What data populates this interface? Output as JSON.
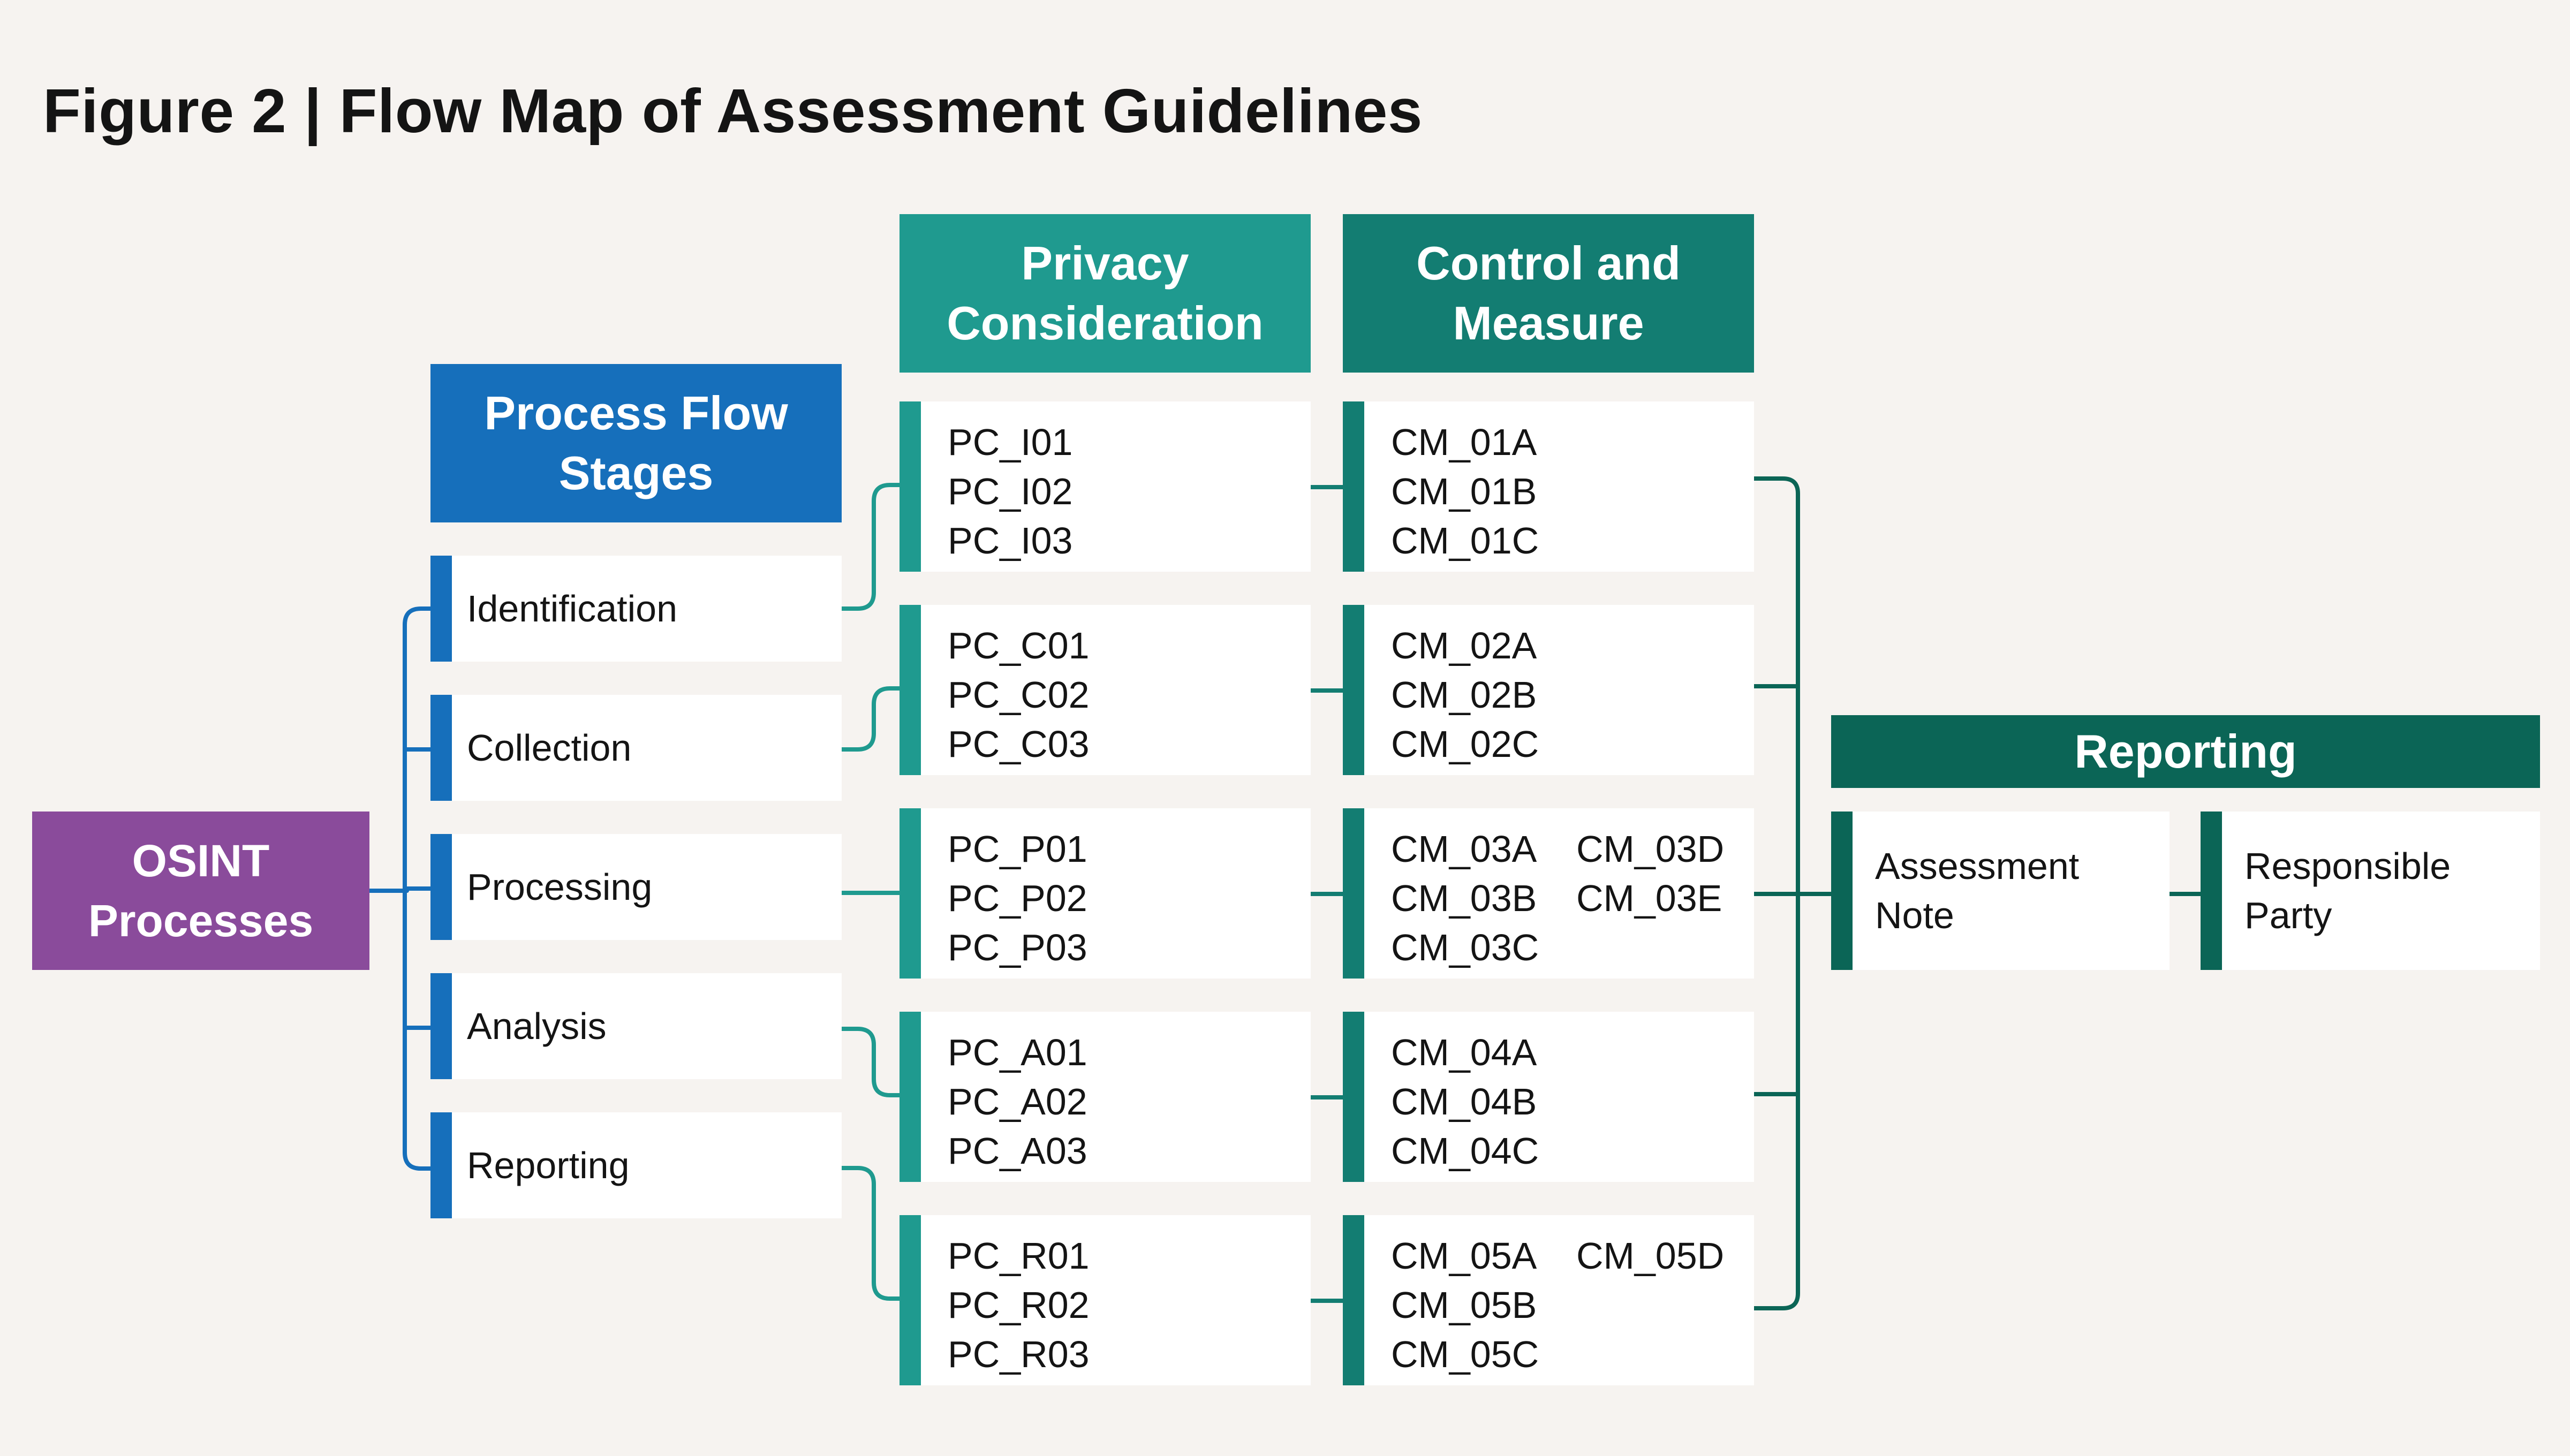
{
  "title": "Figure 2 | Flow Map of Assessment Guidelines",
  "colors": {
    "background": "#f6f3f0",
    "osint": "#8a4b9b",
    "stages": "#166fbb",
    "privacy": "#1f9a8f",
    "control": "#137d72",
    "reporting": "#0b6556"
  },
  "osint": {
    "lines": [
      "OSINT",
      "Processes"
    ]
  },
  "stages": {
    "header_lines": [
      "Process Flow",
      "Stages"
    ],
    "items": [
      "Identification",
      "Collection",
      "Processing",
      "Analysis",
      "Reporting"
    ]
  },
  "privacy": {
    "header_lines": [
      "Privacy",
      "Consideration"
    ],
    "groups": [
      [
        "PC_I01",
        "PC_I02",
        "PC_I03"
      ],
      [
        "PC_C01",
        "PC_C02",
        "PC_C03"
      ],
      [
        "PC_P01",
        "PC_P02",
        "PC_P03"
      ],
      [
        "PC_A01",
        "PC_A02",
        "PC_A03"
      ],
      [
        "PC_R01",
        "PC_R02",
        "PC_R03"
      ]
    ]
  },
  "control": {
    "header_lines": [
      "Control and",
      "Measure"
    ],
    "groups": [
      [
        "CM_01A",
        "",
        "CM_01B",
        "",
        "CM_01C",
        ""
      ],
      [
        "CM_02A",
        "",
        "CM_02B",
        "",
        "CM_02C",
        ""
      ],
      [
        "CM_03A",
        "CM_03D",
        "CM_03B",
        "CM_03E",
        "CM_03C",
        ""
      ],
      [
        "CM_04A",
        "",
        "CM_04B",
        "",
        "CM_04C",
        ""
      ],
      [
        "CM_05A",
        "CM_05D",
        "CM_05B",
        "",
        "CM_05C",
        ""
      ]
    ]
  },
  "reporting": {
    "header": "Reporting",
    "items": [
      {
        "lines": [
          "Assessment",
          "Note"
        ]
      },
      {
        "lines": [
          "Responsible",
          "Party"
        ]
      }
    ]
  }
}
